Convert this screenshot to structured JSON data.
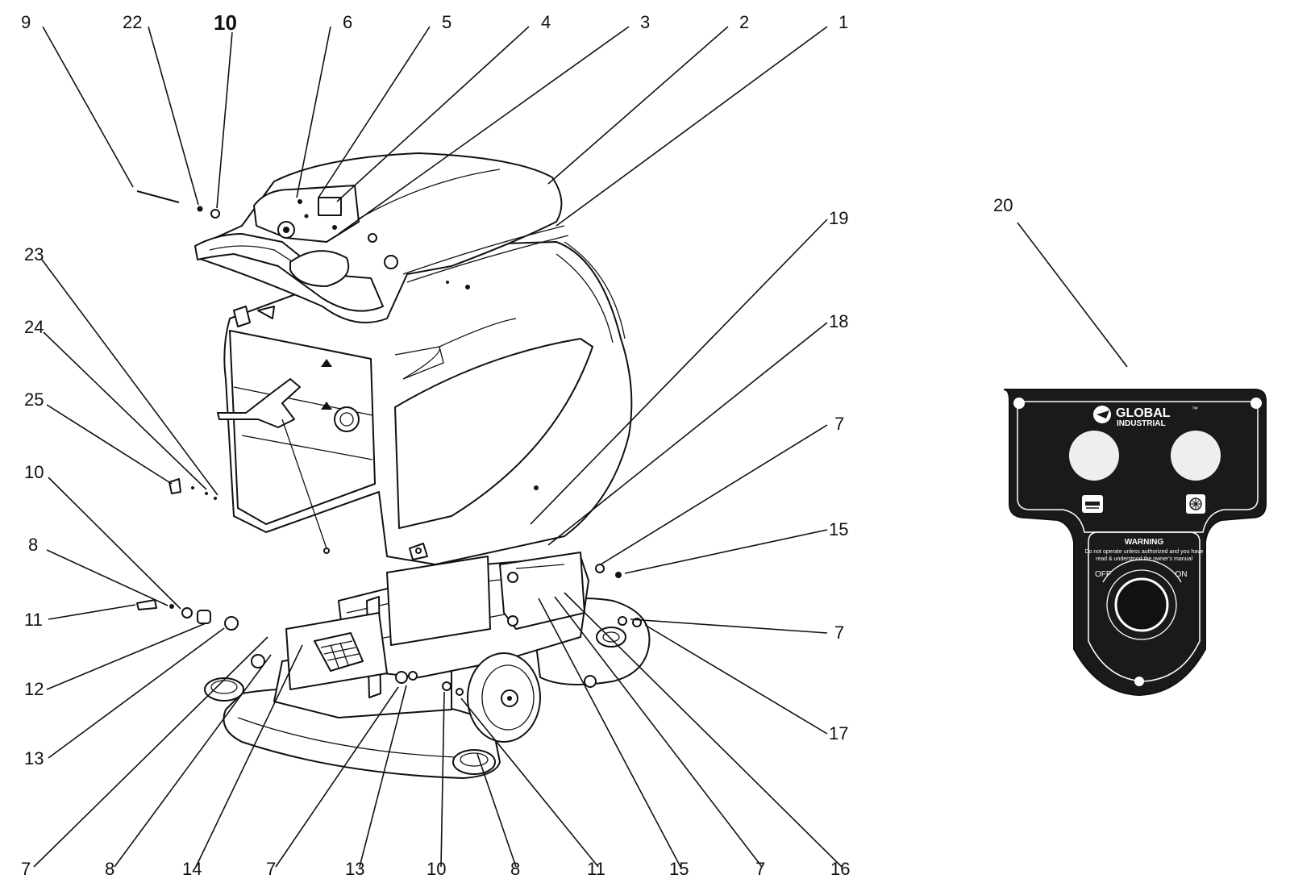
{
  "callouts": {
    "c9": "9",
    "c22": "22",
    "c10_top": "10",
    "c6": "6",
    "c5": "5",
    "c4": "4",
    "c3": "3",
    "c2": "2",
    "c1": "1",
    "c23": "23",
    "c24": "24",
    "c25": "25",
    "c10_left": "10",
    "c8_left": "8",
    "c11_left": "11",
    "c12": "12",
    "c13_left": "13",
    "c19": "19",
    "c18": "18",
    "c7_r1": "7",
    "c15_r": "15",
    "c7_r2": "7",
    "c17": "17",
    "c20": "20",
    "c7_b1": "7",
    "c8_b1": "8",
    "c14": "14",
    "c7_b2": "7",
    "c13_b": "13",
    "c10_b": "10",
    "c8_b2": "8",
    "c11_b": "11",
    "c15_b": "15",
    "c7_b3": "7",
    "c16": "16"
  },
  "control_panel": {
    "brand_line1": "GLOBAL",
    "brand_line2": "INDUSTRIAL",
    "trademark": "™",
    "warning_title": "WARNING",
    "warning_line1": "Do not operate unless authorized and you have",
    "warning_line2": "read & understood the owner's manual",
    "off_label": "OFF",
    "on_label": "ON",
    "brush_icon": "brush-deck-icon",
    "vacuum_icon": "vacuum-fan-icon"
  },
  "colors": {
    "line": "#111111",
    "panel": "#1a1a1a",
    "panel_text": "#ffffff",
    "button_light": "#eeeeee"
  }
}
